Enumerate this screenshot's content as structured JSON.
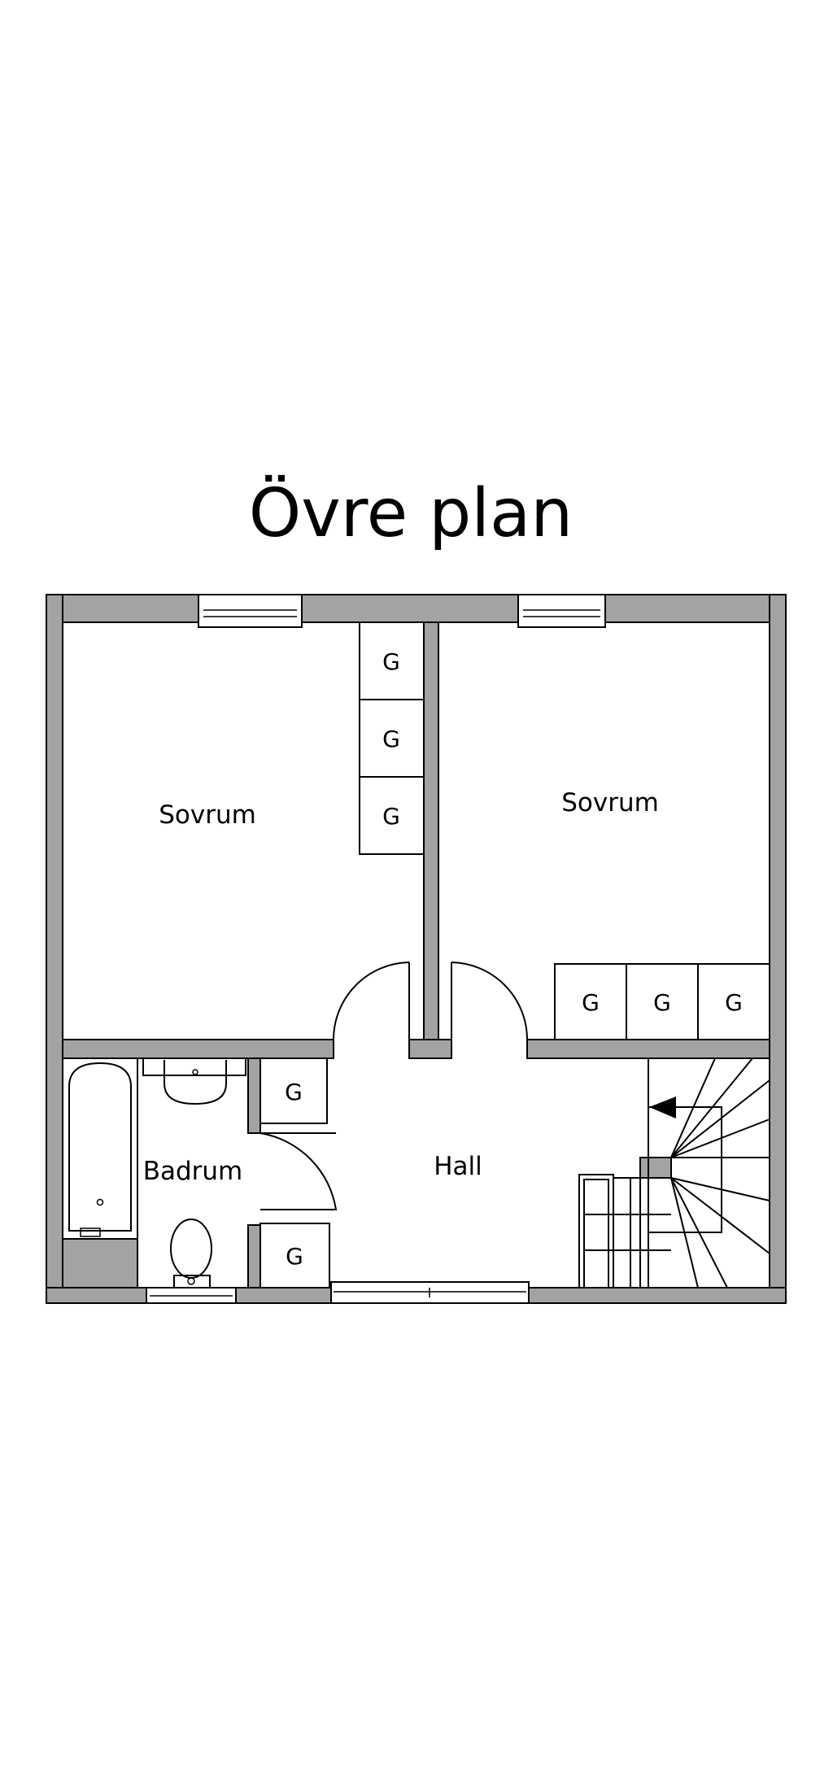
{
  "title": "Övre plan",
  "rooms": {
    "bedroom_left": "Sovrum",
    "bedroom_right": "Sovrum",
    "bathroom": "Badrum",
    "hall": "Hall"
  },
  "closet_label": "G",
  "colors": {
    "wall": "#a3a3a3",
    "line": "#000000",
    "background": "#ffffff"
  }
}
